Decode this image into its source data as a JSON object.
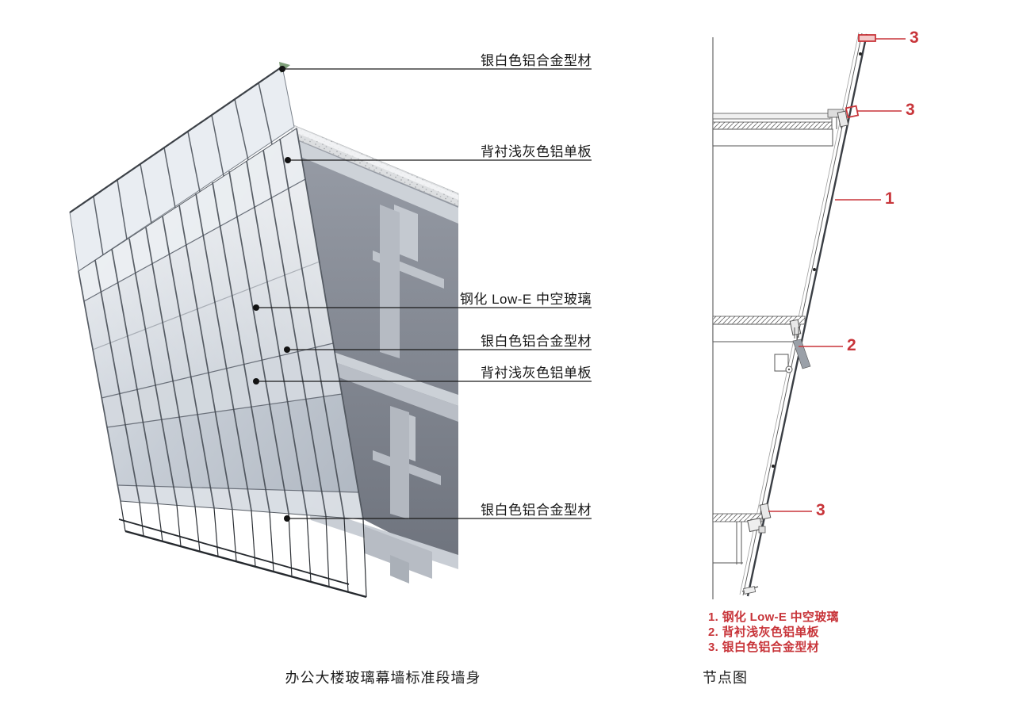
{
  "figure": {
    "caption_left": "办公大楼玻璃幕墙标准段墙身",
    "caption_right": "节点图"
  },
  "render": {
    "labels": [
      {
        "text": "银白色铝合金型材"
      },
      {
        "text": "背衬浅灰色铝单板"
      },
      {
        "text": "钢化 Low-E 中空玻璃"
      },
      {
        "text": "银白色铝合金型材"
      },
      {
        "text": "背衬浅灰色铝单板"
      },
      {
        "text": "银白色铝合金型材"
      }
    ]
  },
  "detail": {
    "callouts": [
      {
        "number": "3"
      },
      {
        "number": "3"
      },
      {
        "number": "1"
      },
      {
        "number": "2"
      },
      {
        "number": "3"
      }
    ],
    "legend": [
      {
        "text": "1. 钢化 Low-E 中空玻璃"
      },
      {
        "text": "2. 背衬浅灰色铝单板"
      },
      {
        "text": "3. 银白色铝合金型材"
      }
    ]
  },
  "colors": {
    "callout_red": "#c8353a",
    "leader_black": "#1a1a1a"
  }
}
